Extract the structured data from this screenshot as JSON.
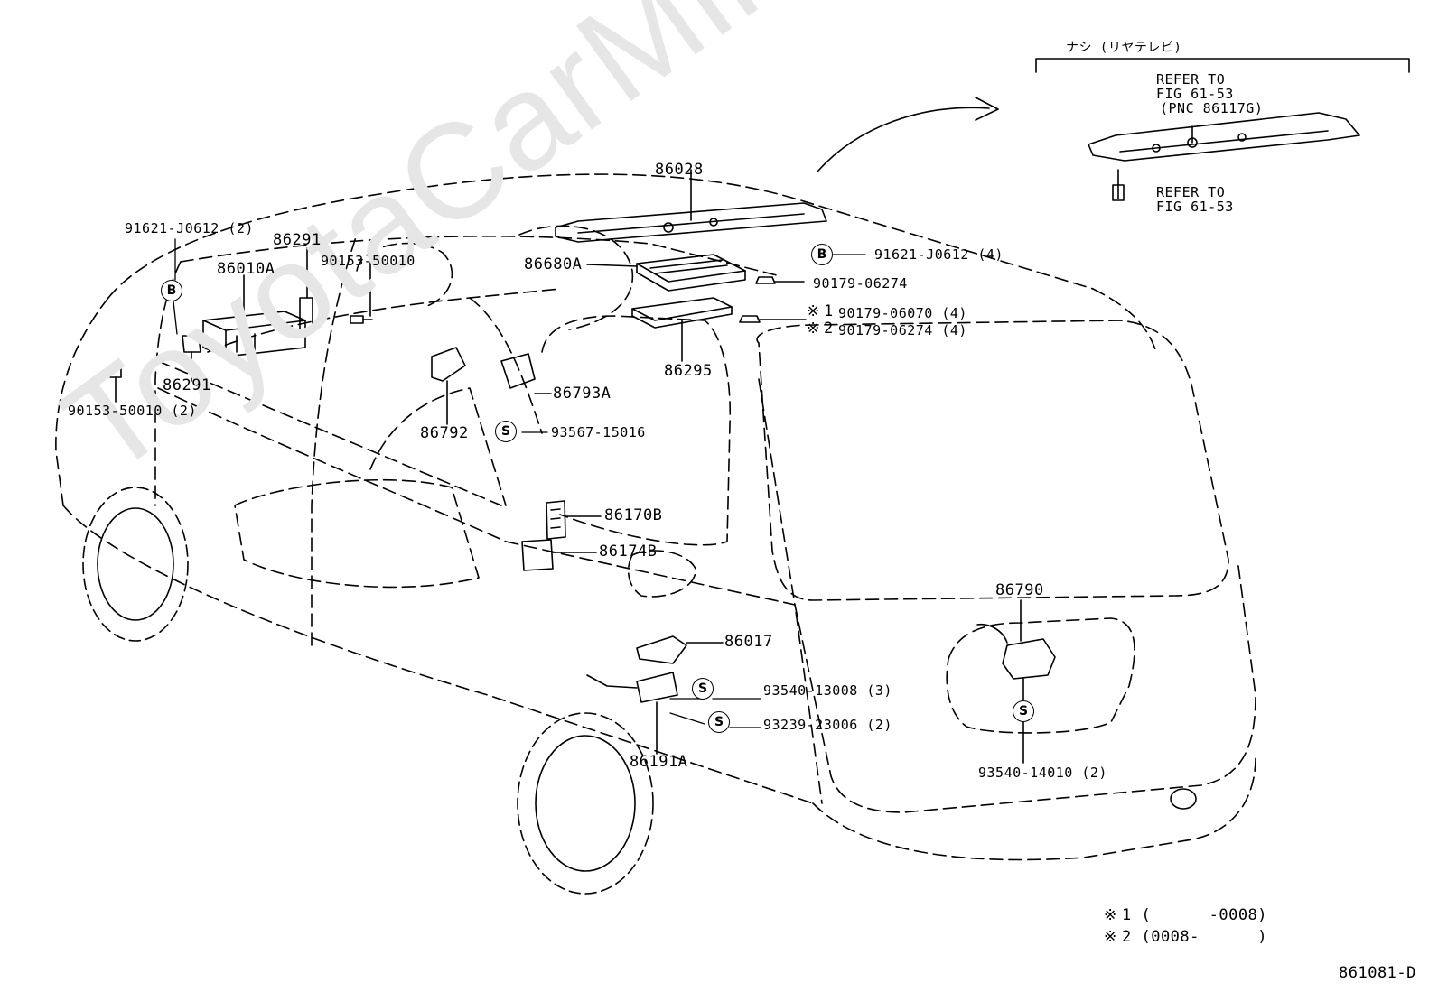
{
  "watermark": "ToyotaCarMine.ru",
  "inset": {
    "header": "ナシ (リヤテレビ)",
    "refer_top": [
      "REFER TO",
      "FIG 61-53",
      "(PNC 86117G)"
    ],
    "refer_bottom": [
      "REFER TO",
      "FIG 61-53"
    ]
  },
  "symbols": {
    "b": "B",
    "s": "S",
    "note": "※"
  },
  "labels": {
    "p86028": "86028",
    "p91621_j0612_2": "91621-J0612 (2)",
    "p86291_top": "86291",
    "p86010a": "86010A",
    "p90153_50010": "90153-50010",
    "p86680a": "86680A",
    "p91621_j0612_4": "91621-J0612 (4)",
    "p90179_06274": "90179-06274",
    "p90179_06070_4": "90179-06070 (4)",
    "p90179_06274_4": "90179-06274 (4)",
    "note1_mark": "1",
    "note2_mark": "2",
    "p86295": "86295",
    "p86291_bottom": "86291",
    "p90153_50010_2": "90153-50010 (2)",
    "p86793a": "86793A",
    "p93567_15016": "93567-15016",
    "p86792": "86792",
    "p86170b": "86170B",
    "p86174b": "86174B",
    "p86790": "86790",
    "p86017": "86017",
    "p93540_13008_3": "93540-13008 (3)",
    "p93239_23006_2": "93239-23006 (2)",
    "p86191a": "86191A",
    "p93540_14010_2": "93540-14010 (2)"
  },
  "legend": {
    "row1": "1 (      -0008)",
    "row2": "2 (0008-      )"
  },
  "figure_code": "861081-D"
}
